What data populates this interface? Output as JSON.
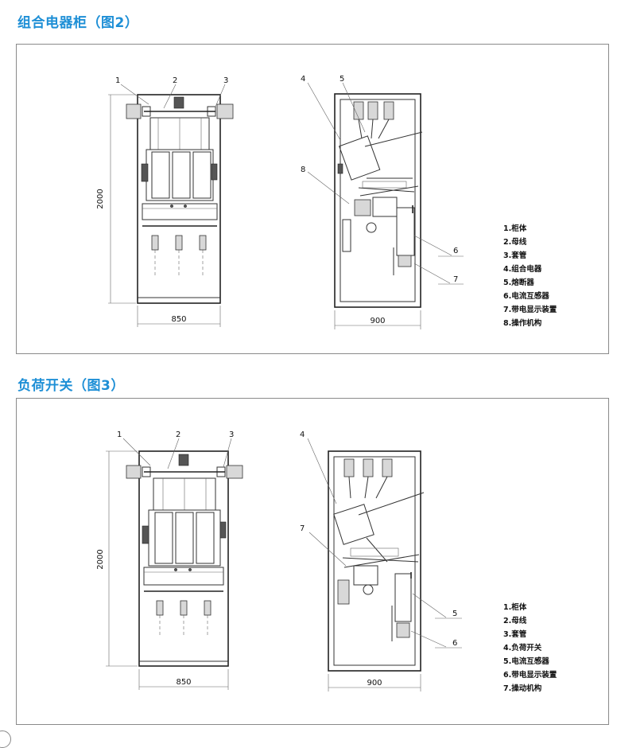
{
  "sections": [
    {
      "title": "组合电器柜（图2）",
      "front_view": {
        "callouts": [
          "1",
          "2",
          "3"
        ],
        "height_dim": "2000",
        "width_dim": "850"
      },
      "side_view": {
        "callouts": [
          "4",
          "5",
          "8",
          "6",
          "7"
        ],
        "width_dim": "900"
      },
      "legend": [
        "1.柜体",
        "2.母线",
        "3.套管",
        "4.组合电器",
        "5.熔断器",
        "6.电流互感器",
        "7.带电显示装置",
        "8.操作机构"
      ]
    },
    {
      "title": "负荷开关（图3）",
      "front_view": {
        "callouts": [
          "1",
          "2",
          "3"
        ],
        "height_dim": "2000",
        "width_dim": "850"
      },
      "side_view": {
        "callouts": [
          "4",
          "7",
          "5",
          "6"
        ],
        "width_dim": "900"
      },
      "legend": [
        "1.柜体",
        "2.母线",
        "3.套管",
        "4.负荷开关",
        "5.电流互感器",
        "6.带电显示装置",
        "7.操动机构"
      ]
    }
  ]
}
